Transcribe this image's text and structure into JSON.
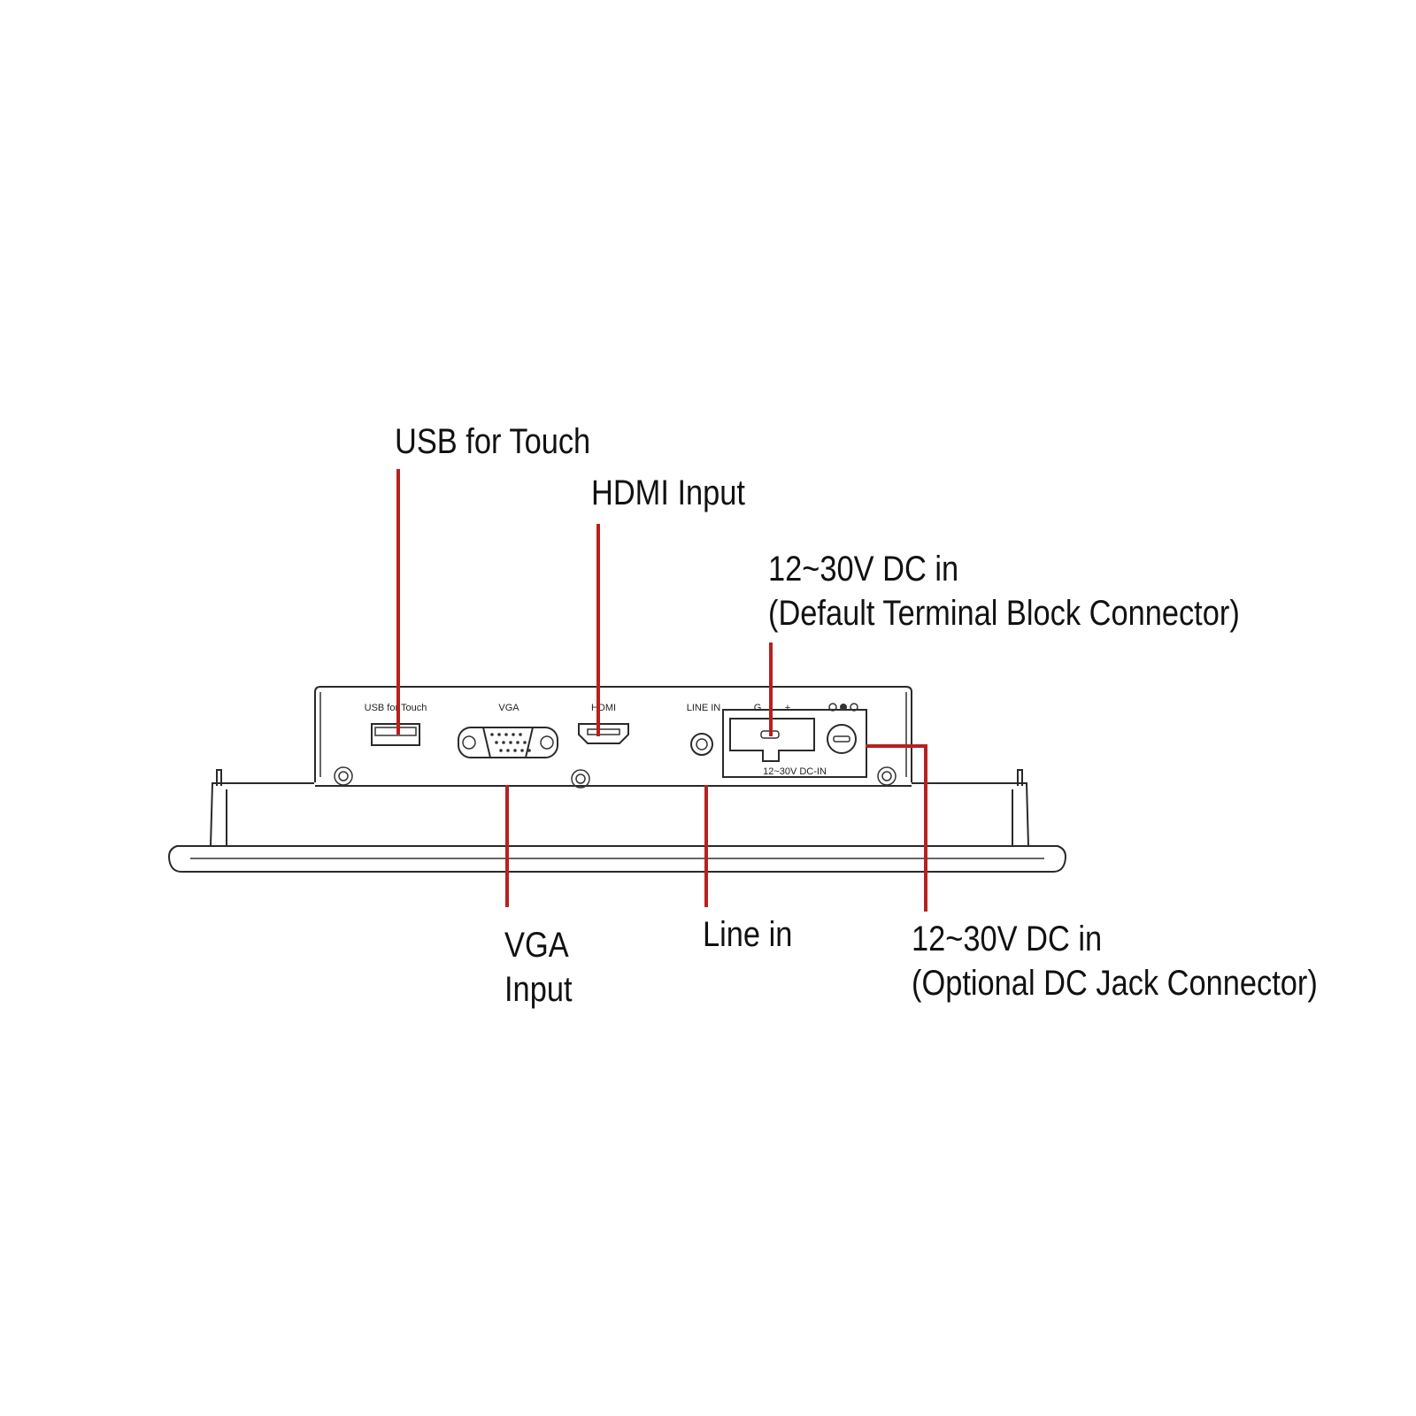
{
  "colors": {
    "leader": "#b8201f",
    "outline": "#2a2a2a",
    "background": "#ffffff"
  },
  "callouts": {
    "usb": "USB for Touch",
    "hdmi": "HDMI Input",
    "dc_terminal": {
      "line1": "12~30V DC in",
      "line2": "(Default Terminal Block Connector)"
    },
    "vga": {
      "line1": "VGA",
      "line2": "Input"
    },
    "line_in": "Line in",
    "dc_jack": {
      "line1": "12~30V DC in",
      "line2": "(Optional DC Jack Connector)"
    }
  },
  "panel_labels": {
    "usb": "USB for Touch",
    "vga": "VGA",
    "hdmi": "HDMI",
    "line_in": "LINE IN",
    "terminal_g": "G",
    "terminal_plus": "+",
    "dc_in": "12~30V DC-IN"
  }
}
